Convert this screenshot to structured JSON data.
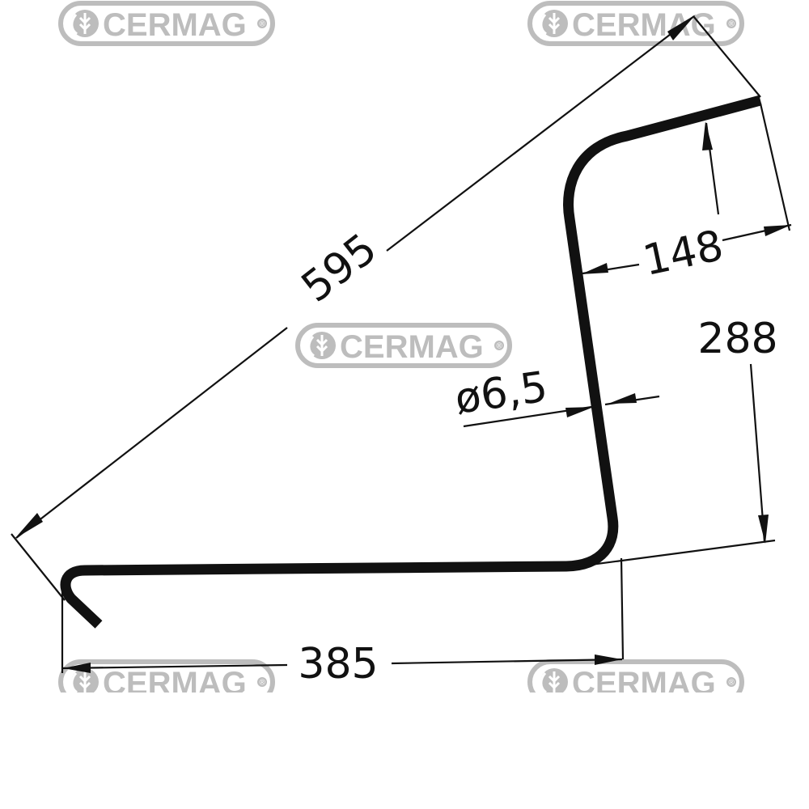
{
  "watermark": {
    "brand": "CERMAG",
    "registered_mark": "®"
  },
  "drawing": {
    "type": "technical wire spring dimension drawing",
    "dimensions": {
      "overall_diagonal": "595",
      "upper_arm": "148",
      "vertical_height": "288",
      "wire_diameter": "ø6,5",
      "base_length": "385"
    },
    "colors": {
      "ink": "#111111",
      "watermark": "#bdbdbd",
      "background": "#ffffff"
    }
  }
}
